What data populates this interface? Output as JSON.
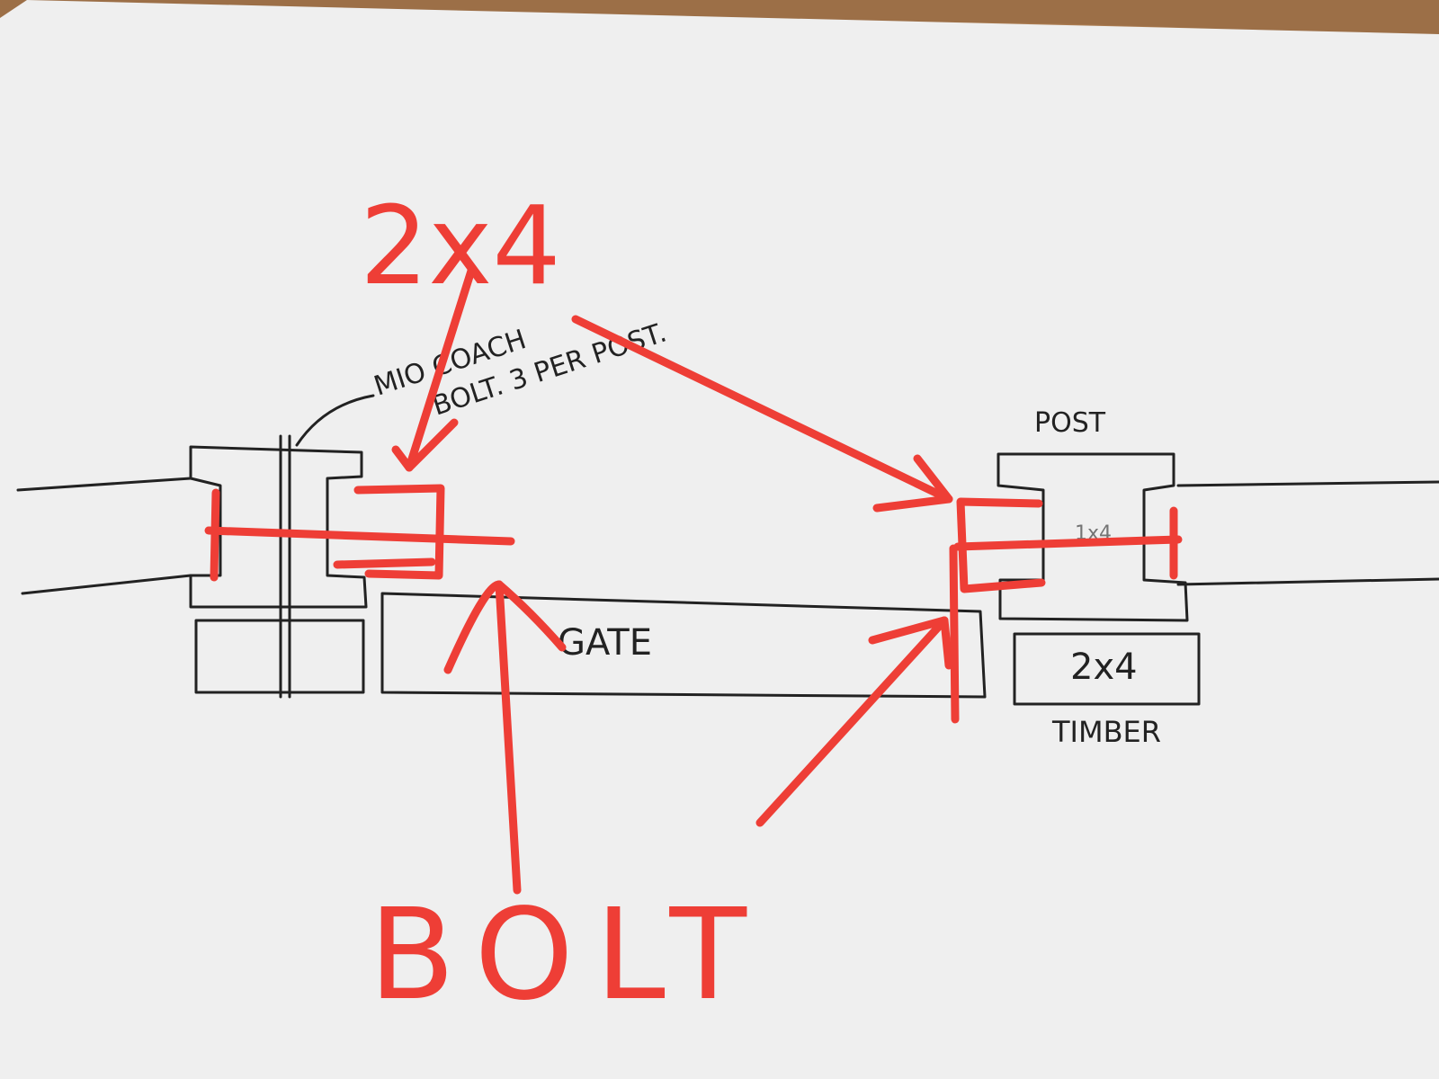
{
  "sketch": {
    "annotation_bolt_line1": "MIO COACH",
    "annotation_bolt_line2": "BOLT. 3 PER POST.",
    "label_post": "POST",
    "label_2x4_block": "2x4",
    "label_timber": "TIMBER",
    "label_gate": "GATE",
    "label_small_post": "1x4"
  },
  "callouts": {
    "top": "2x4",
    "bottom": "BOLT"
  },
  "colors": {
    "paper": "#efefef",
    "ink": "#222222",
    "marker": "#ee3e36",
    "table": "#9c6f47"
  }
}
